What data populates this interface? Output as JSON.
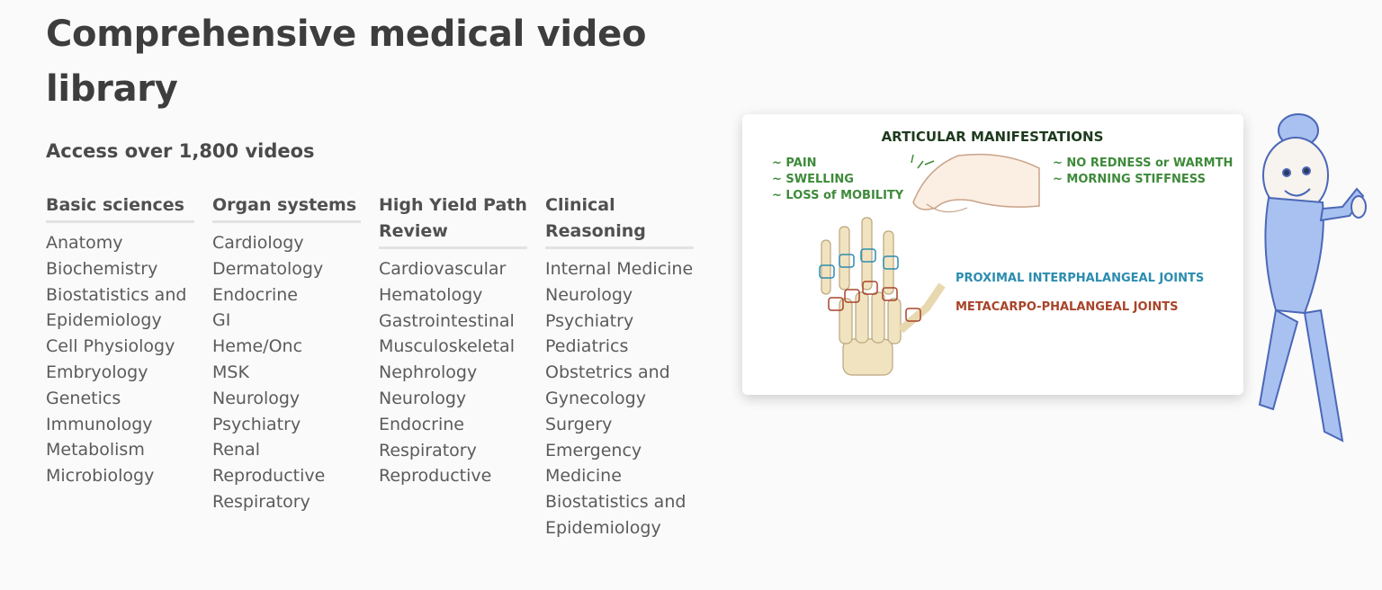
{
  "header": {
    "title": "Comprehensive medical video library",
    "subtitle": "Access over 1,800 videos"
  },
  "columns": [
    {
      "heading": "Basic sciences",
      "items": [
        "Anatomy",
        "Biochemistry",
        "Biostatistics and Epidemiology",
        "Cell Physiology",
        "Embryology",
        "Genetics",
        "Immunology",
        "Metabolism",
        "Microbiology"
      ]
    },
    {
      "heading": "Organ systems",
      "items": [
        "Cardiology",
        "Dermatology",
        "Endocrine",
        "GI",
        "Heme/Onc",
        "MSK",
        "Neurology",
        "Psychiatry",
        "Renal",
        "Reproductive",
        "Respiratory"
      ]
    },
    {
      "heading": "High Yield Path Review",
      "items": [
        "Cardiovascular",
        "Hematology",
        "Gastrointestinal",
        "Musculoskeletal",
        "Nephrology",
        "Neurology",
        "Endocrine",
        "Respiratory",
        "Reproductive"
      ]
    },
    {
      "heading": "Clinical Reasoning",
      "items": [
        "Internal Medicine",
        "Neurology",
        "Psychiatry",
        "Pediatrics",
        "Obstetrics and Gynecology",
        "Surgery",
        "Emergency Medicine",
        "Biostatistics and Epidemiology"
      ]
    }
  ],
  "video": {
    "title": "ARTICULAR MANIFESTATIONS",
    "left_notes": [
      "~ PAIN",
      "~ SWELLING",
      "~ LOSS of MOBILITY"
    ],
    "right_notes": [
      "~ NO REDNESS or WARMTH",
      "~ MORNING STIFFNESS"
    ],
    "label_pip": "PROXIMAL INTERPHALANGEAL JOINTS",
    "label_mcp": "METACARPO-PHALANGEAL JOINTS",
    "colors": {
      "title": "#1e3a1e",
      "notes": "#3e8a3a",
      "pip": "#2b8cb0",
      "mcp": "#a8442a",
      "bone": "#f1e3c0"
    }
  },
  "icons": [
    "hand-skeleton-illustration",
    "pinching-hand-illustration",
    "nurse-mascot-icon"
  ]
}
